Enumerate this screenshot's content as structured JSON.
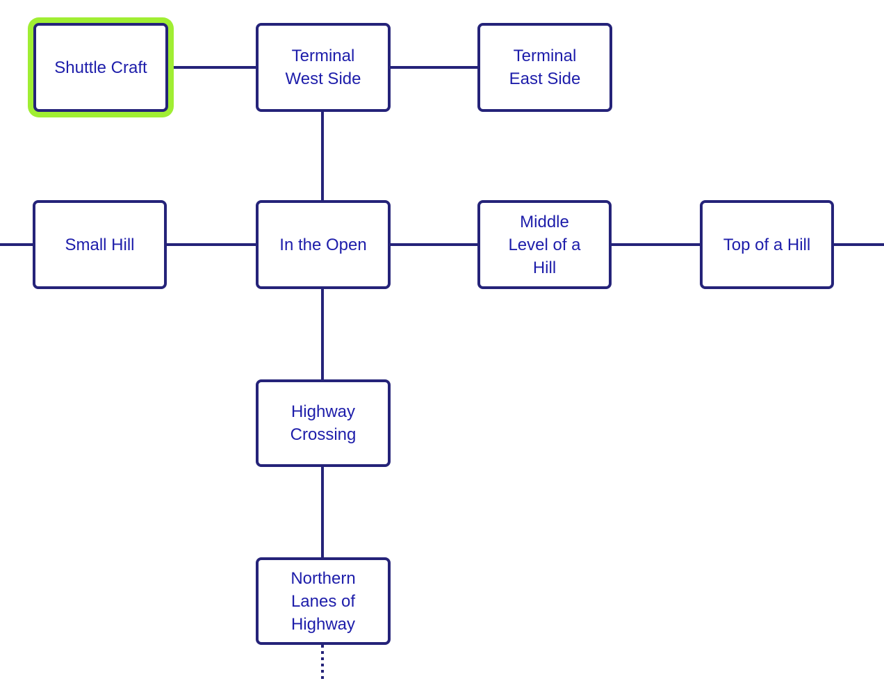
{
  "diagram": {
    "type": "node-link-map",
    "colors": {
      "background": "#ffffff",
      "node_border": "#252379",
      "node_fill": "#ffffff",
      "edge_line": "#252379",
      "label_text": "#1d1daa",
      "highlight_ring": "#a0ee33"
    },
    "nodes": [
      {
        "id": "shuttle-craft",
        "label": "Shuttle Craft",
        "highlighted": true
      },
      {
        "id": "terminal-west-side",
        "label": "Terminal\nWest Side",
        "highlighted": false
      },
      {
        "id": "terminal-east-side",
        "label": "Terminal\nEast Side",
        "highlighted": false
      },
      {
        "id": "small-hill",
        "label": "Small Hill",
        "highlighted": false
      },
      {
        "id": "in-the-open",
        "label": "In the Open",
        "highlighted": false
      },
      {
        "id": "middle-level-of-a-hill",
        "label": "Middle\nLevel of a\nHill",
        "highlighted": false
      },
      {
        "id": "top-of-a-hill",
        "label": "Top of a Hill",
        "highlighted": false
      },
      {
        "id": "highway-crossing",
        "label": "Highway\nCrossing",
        "highlighted": false
      },
      {
        "id": "northern-lanes-of-highway",
        "label": "Northern\nLanes of\nHighway",
        "highlighted": false
      }
    ],
    "edges": [
      {
        "from": "shuttle-craft",
        "to": "terminal-west-side",
        "style": "solid"
      },
      {
        "from": "terminal-west-side",
        "to": "terminal-east-side",
        "style": "solid"
      },
      {
        "from": "terminal-west-side",
        "to": "in-the-open",
        "style": "solid"
      },
      {
        "from": "off-map-west",
        "to": "small-hill",
        "style": "solid"
      },
      {
        "from": "small-hill",
        "to": "in-the-open",
        "style": "solid"
      },
      {
        "from": "in-the-open",
        "to": "middle-level-of-a-hill",
        "style": "solid"
      },
      {
        "from": "middle-level-of-a-hill",
        "to": "top-of-a-hill",
        "style": "solid"
      },
      {
        "from": "top-of-a-hill",
        "to": "off-map-east",
        "style": "solid"
      },
      {
        "from": "in-the-open",
        "to": "highway-crossing",
        "style": "solid"
      },
      {
        "from": "highway-crossing",
        "to": "northern-lanes-of-highway",
        "style": "solid"
      },
      {
        "from": "northern-lanes-of-highway",
        "to": "off-map-south",
        "style": "dotted"
      }
    ]
  }
}
